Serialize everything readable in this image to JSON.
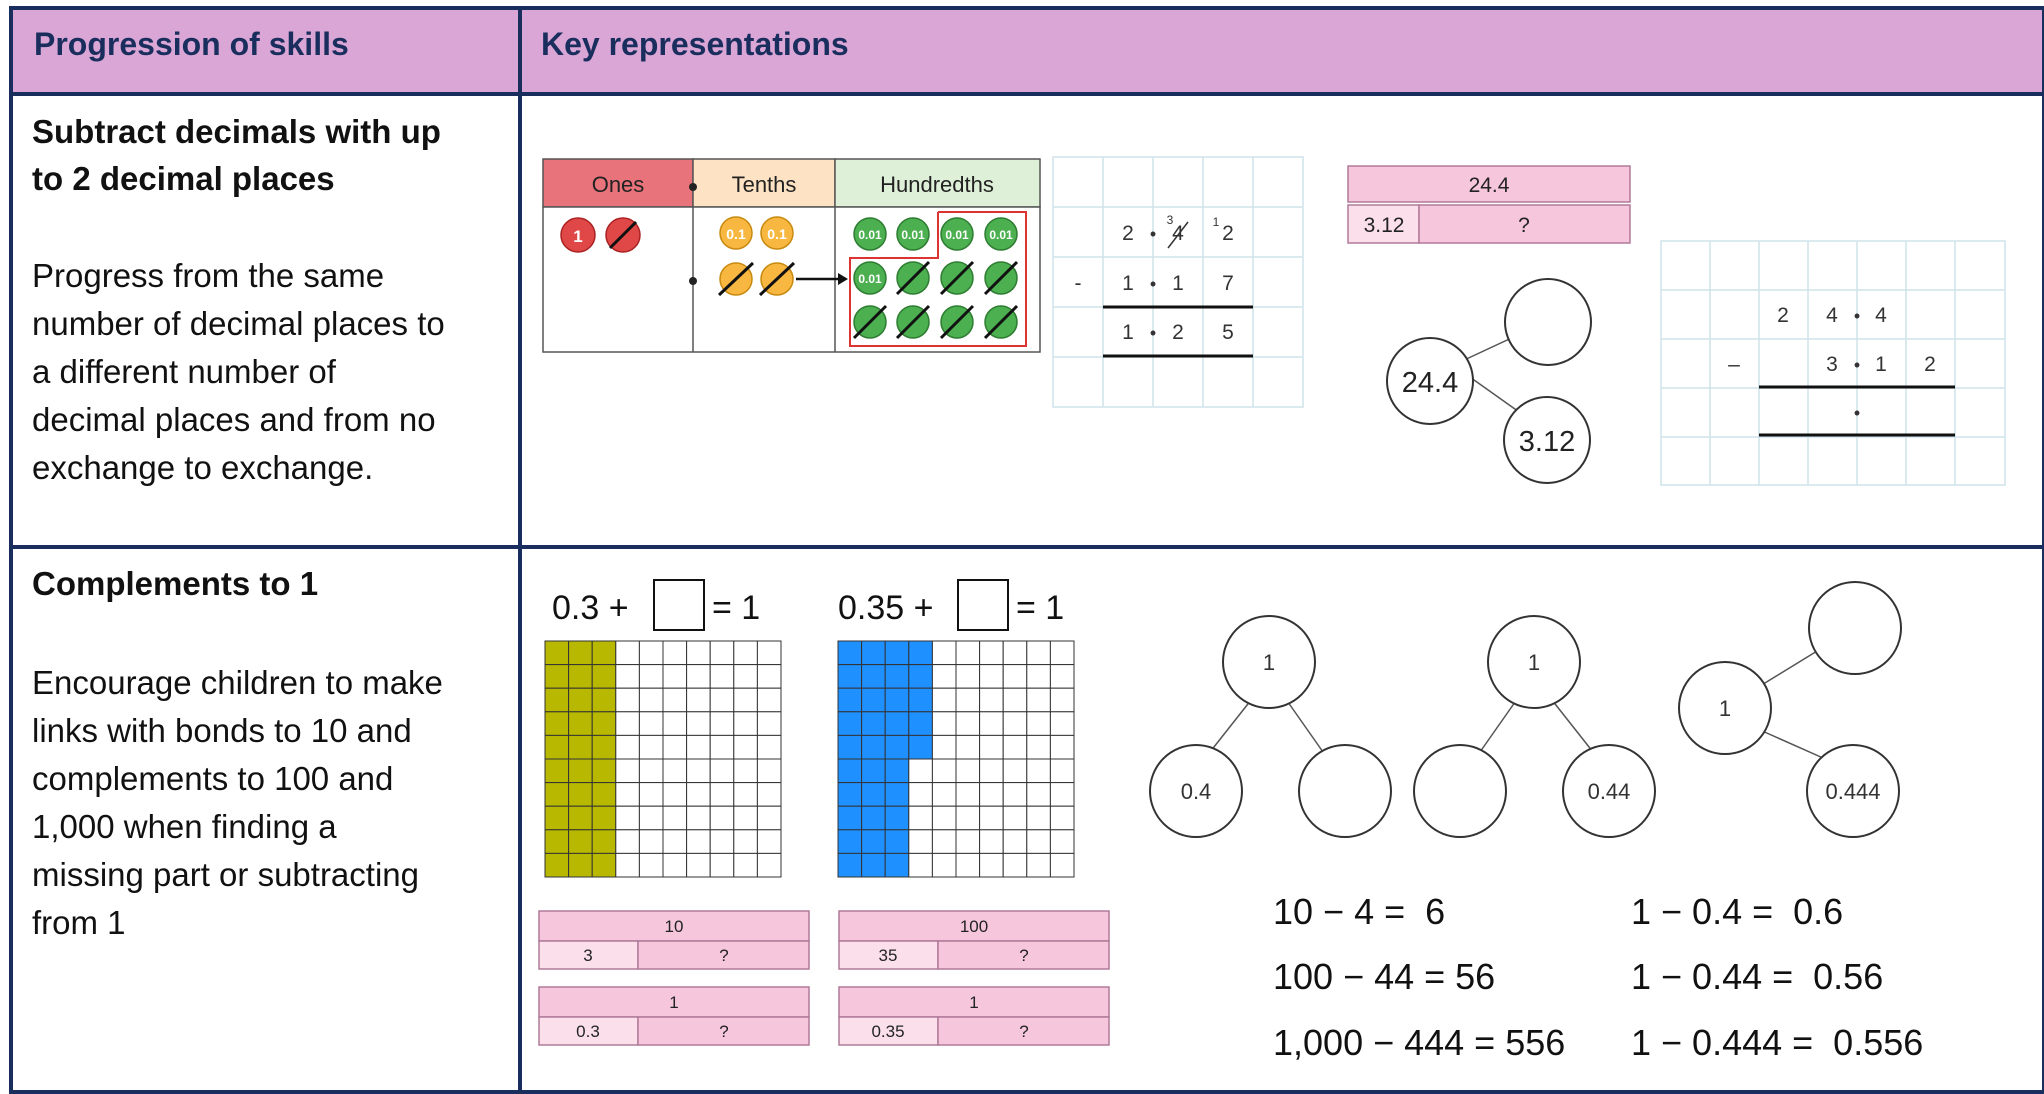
{
  "header": {
    "col1": "Progression of skills",
    "col2": "Key representations"
  },
  "row1": {
    "title_line1": "Subtract decimals with up",
    "title_line2": "to 2 decimal places",
    "desc_lines": [
      "Progress from the same",
      "number of decimal places to",
      "a different number of",
      "decimal places and from no",
      "exchange to exchange."
    ],
    "place_value_chart": {
      "headers": [
        "Ones",
        "Tenths",
        "Hundredths"
      ],
      "one_counter": "1",
      "tenth_counter": "0.1",
      "hundredth_counter": "0.01"
    },
    "column_sub_small": {
      "row1": [
        "2",
        "•",
        "4",
        "2"
      ],
      "exchange_marks": [
        "3",
        "1"
      ],
      "minus": "-",
      "row2": [
        "1",
        "•",
        "1",
        "7"
      ],
      "row3": [
        "1",
        "•",
        "2",
        "5"
      ]
    },
    "bar_model": {
      "whole": "24.4",
      "part": "3.12",
      "unknown": "?"
    },
    "part_whole": {
      "whole": "24.4",
      "part": "3.12",
      "empty": ""
    },
    "column_sub_large": {
      "row1": [
        "2",
        "4",
        "•",
        "4"
      ],
      "minus": "–",
      "row2": [
        "3",
        "•",
        "1",
        "2"
      ],
      "row3": [
        "•"
      ]
    }
  },
  "row2": {
    "title": "Complements to 1",
    "desc_lines": [
      "Encourage children to make",
      "links with bonds to 10 and",
      "complements to 100 and",
      "1,000 when finding a",
      "missing part or subtracting",
      "from 1"
    ],
    "eq1": {
      "left": "0.3 +",
      "right": "= 1"
    },
    "eq2": {
      "left": "0.35 +",
      "right": "= 1"
    },
    "grid_colors": {
      "olive": "#b8b800",
      "blue": "#1e90ff"
    },
    "bars": [
      {
        "whole": "10",
        "part": "3",
        "unknown": "?"
      },
      {
        "whole": "100",
        "part": "35",
        "unknown": "?"
      },
      {
        "whole": "1",
        "part": "0.3",
        "unknown": "?"
      },
      {
        "whole": "1",
        "part": "0.35",
        "unknown": "?"
      }
    ],
    "part_wholes": [
      {
        "whole": "1",
        "part": "0.4"
      },
      {
        "whole": "1",
        "part": "0.44"
      },
      {
        "whole": "1",
        "part": "0.444"
      }
    ],
    "equations_left": [
      "10 − 4 =  6",
      "100 − 44 = 56",
      "1,000 − 444 = 556"
    ],
    "equations_right": [
      "1 − 0.4 =  0.6",
      "1 − 0.44 =  0.56",
      "1 − 0.444 =  0.556"
    ]
  },
  "colors": {
    "header_bg": "#d9a6d6",
    "border": "#1a2e5e",
    "title_text": "#1a2e5e",
    "bar_pink": "#f6c6dd",
    "ones_red": "#e8737b",
    "tenths_peach": "#fde3c3",
    "hundredths_green": "#dff0d8",
    "counter_green": "#4caf50",
    "counter_orange": "#f7b741",
    "counter_red": "#e04848"
  }
}
